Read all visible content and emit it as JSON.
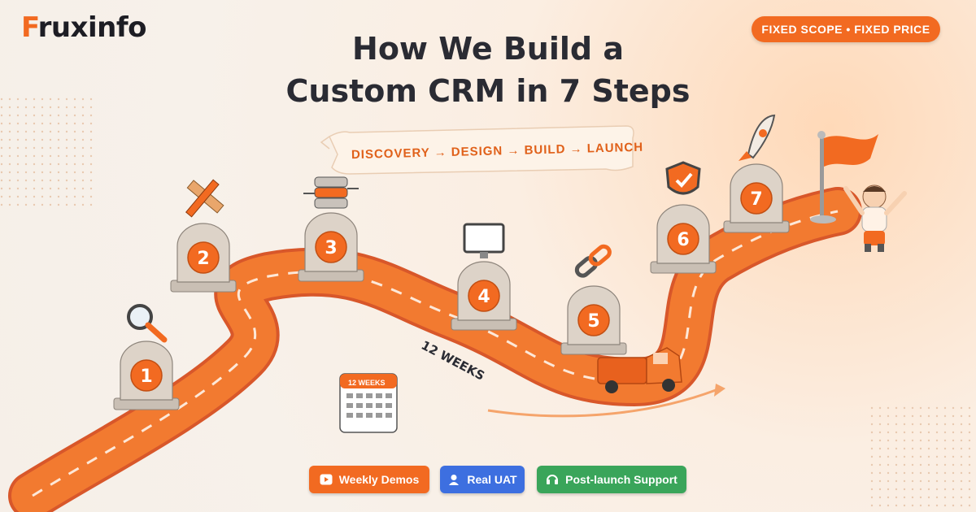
{
  "brand": {
    "name_prefix": "F",
    "name_rest": "ruxinfo"
  },
  "top_badge": "FIXED SCOPE • FIXED PRICE",
  "title": {
    "line1": "How We Build a",
    "line2": "Custom CRM in 7 Steps"
  },
  "ribbon": {
    "text": "DISCOVERY → DESIGN → BUILD → LAUNCH"
  },
  "timeline_label": "12 WEEKS",
  "calendar_label": "12 WEEKS",
  "steps": [
    {
      "number": "1",
      "icon": "magnifier-icon"
    },
    {
      "number": "2",
      "icon": "pencil-ruler-icon"
    },
    {
      "number": "3",
      "icon": "database-icon"
    },
    {
      "number": "4",
      "icon": "monitor-icon"
    },
    {
      "number": "5",
      "icon": "chain-link-icon"
    },
    {
      "number": "6",
      "icon": "shield-check-icon"
    },
    {
      "number": "7",
      "icon": "rocket-icon"
    }
  ],
  "pills": [
    {
      "label": "Weekly Demos",
      "icon": "play-icon",
      "color": "#f26a21"
    },
    {
      "label": "Real UAT",
      "icon": "user-icon",
      "color": "#3d6fe0"
    },
    {
      "label": "Post-launch Support",
      "icon": "headset-icon",
      "color": "#3aa55a"
    }
  ],
  "colors": {
    "accent": "#f26a21",
    "title": "#2a2b33",
    "road": "#f27a30"
  }
}
